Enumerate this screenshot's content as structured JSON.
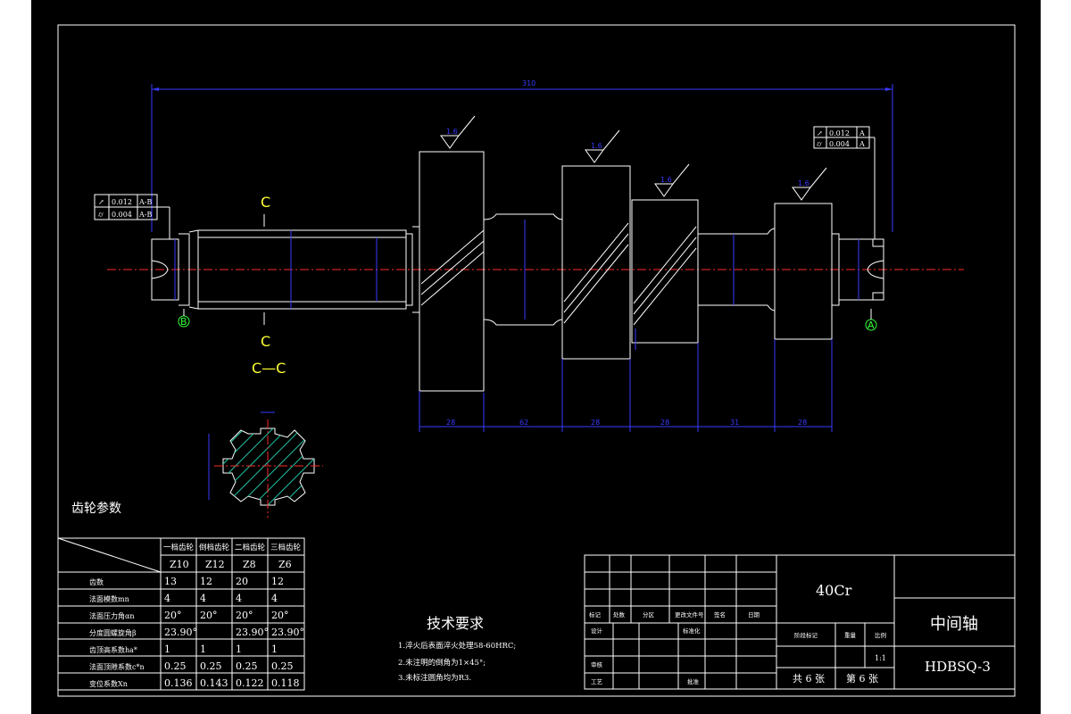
{
  "drawing": {
    "overall_length_dim": "310",
    "section_labels": {
      "top": "C",
      "bottom": "C",
      "name": "C—C"
    },
    "datum_left": "B",
    "datum_right": "A",
    "roughness_marks": [
      "1.6",
      "1.6",
      "1.6",
      "1.6"
    ],
    "tolerance_left": [
      {
        "value": "0.012",
        "ref": "A-B"
      },
      {
        "value": "0.004",
        "ref": "A-B"
      }
    ],
    "tolerance_right": [
      {
        "value": "0.012",
        "ref": "A"
      },
      {
        "value": "0.004",
        "ref": "A"
      }
    ],
    "bottom_dims": [
      "28",
      "62",
      "28",
      "28",
      "31",
      "28"
    ]
  },
  "gear_params": {
    "title": "齿轮参数",
    "columns": [
      "一档齿轮",
      "倒档齿轮",
      "二档齿轮",
      "三档齿轮"
    ],
    "symbols": [
      "Z10",
      "Z12",
      "Z8",
      "Z6"
    ],
    "rows": [
      {
        "label": "齿数",
        "values": [
          "13",
          "12",
          "20",
          "12"
        ]
      },
      {
        "label": "法面模数mn",
        "values": [
          "4",
          "4",
          "4",
          "4"
        ]
      },
      {
        "label": "法面压力角αn",
        "values": [
          "20°",
          "20°",
          "20°",
          "20°"
        ]
      },
      {
        "label": "分度圆螺旋角β",
        "values": [
          "23.90°",
          "",
          "23.90°",
          "23.90°"
        ]
      },
      {
        "label": "齿顶高系数ha*",
        "values": [
          "1",
          "1",
          "1",
          "1"
        ]
      },
      {
        "label": "法面顶隙系数c*n",
        "values": [
          "0.25",
          "0.25",
          "0.25",
          "0.25"
        ]
      },
      {
        "label": "变位系数Xn",
        "values": [
          "0.136",
          "0.143",
          "0.122",
          "0.118"
        ]
      }
    ]
  },
  "tech_req": {
    "title": "技术要求",
    "items": [
      "1.淬火后表面淬火处理58-60HRC;",
      "2.未注明的倒角为1×45°;",
      "3.未标注圆角均为R3."
    ]
  },
  "title_block": {
    "material": "40Cr",
    "part_name": "中间轴",
    "drawing_no": "HDBSQ-3",
    "scale": "1:1",
    "sheets_total": "共 6 张",
    "sheet_no": "第 6 张",
    "header_cells": [
      "标记",
      "处数",
      "分区",
      "更改文件号",
      "签名",
      "日期"
    ],
    "design_label": "设计",
    "std_label": "标准化",
    "review_label": "审核",
    "process_label": "工艺",
    "approve_label": "批准",
    "stage_label": "阶段标记",
    "weight_label": "重量",
    "scale_label": "比例"
  }
}
